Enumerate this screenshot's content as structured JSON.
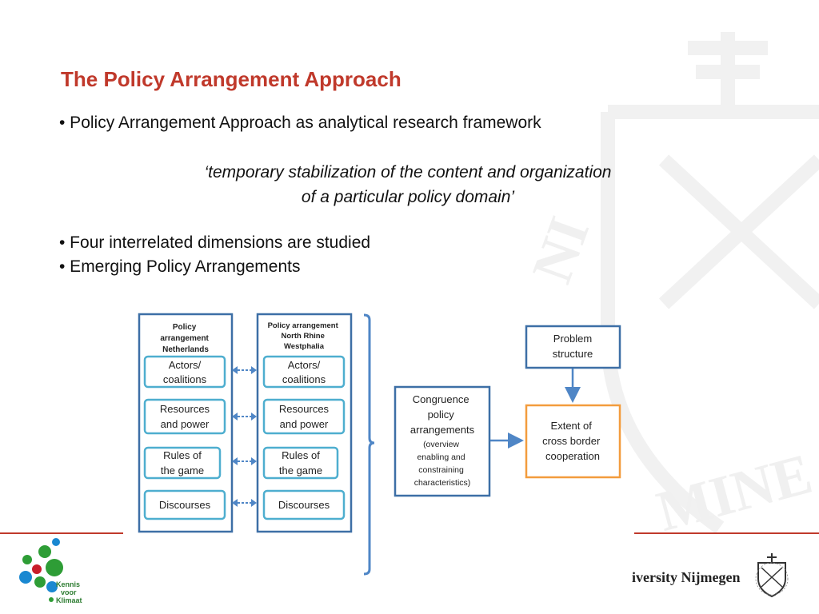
{
  "slide": {
    "title": "The Policy Arrangement Approach",
    "bullets": [
      "• Policy Arrangement Approach as analytical research framework",
      "• Four interrelated dimensions are studied",
      "• Emerging Policy Arrangements"
    ],
    "quote_line1": "‘temporary stabilization of the content and organization",
    "quote_line2": "of a particular policy domain’"
  },
  "diagram": {
    "left_panel": {
      "title_lines": [
        "Policy",
        "arrangement",
        "Netherlands"
      ]
    },
    "right_panel": {
      "title_lines": [
        "Policy arrangement",
        "North Rhine",
        "Westphalia"
      ]
    },
    "dimensions": [
      {
        "lines": [
          "Actors/",
          "coalitions"
        ]
      },
      {
        "lines": [
          "Resources",
          "and power"
        ]
      },
      {
        "lines": [
          "Rules of",
          "the game"
        ]
      },
      {
        "lines": [
          "Discourses"
        ]
      }
    ],
    "congruence": {
      "lines": [
        "Congruence",
        "policy",
        "arrangements"
      ],
      "sub_lines": [
        "(overview",
        "enabling and",
        "constraining",
        "characteristics)"
      ]
    },
    "problem": {
      "lines": [
        "Problem",
        "structure"
      ]
    },
    "outcome": {
      "lines": [
        "Extent of",
        "cross border",
        "cooperation"
      ]
    }
  },
  "footer": {
    "logo_text": [
      "Kennis",
      "voor",
      "Klimaat"
    ],
    "university": "iversity Nijmegen"
  },
  "colors": {
    "title": "#c0392b",
    "panel_border": "#3d6fa6",
    "box_border": "#4eaecf",
    "arrow": "#4f86c6",
    "outcome_border": "#f39c3d",
    "rule": "#c0392b",
    "logo_green": "#2e9d36",
    "logo_blue": "#1a88d1",
    "logo_red": "#c81d2a"
  }
}
